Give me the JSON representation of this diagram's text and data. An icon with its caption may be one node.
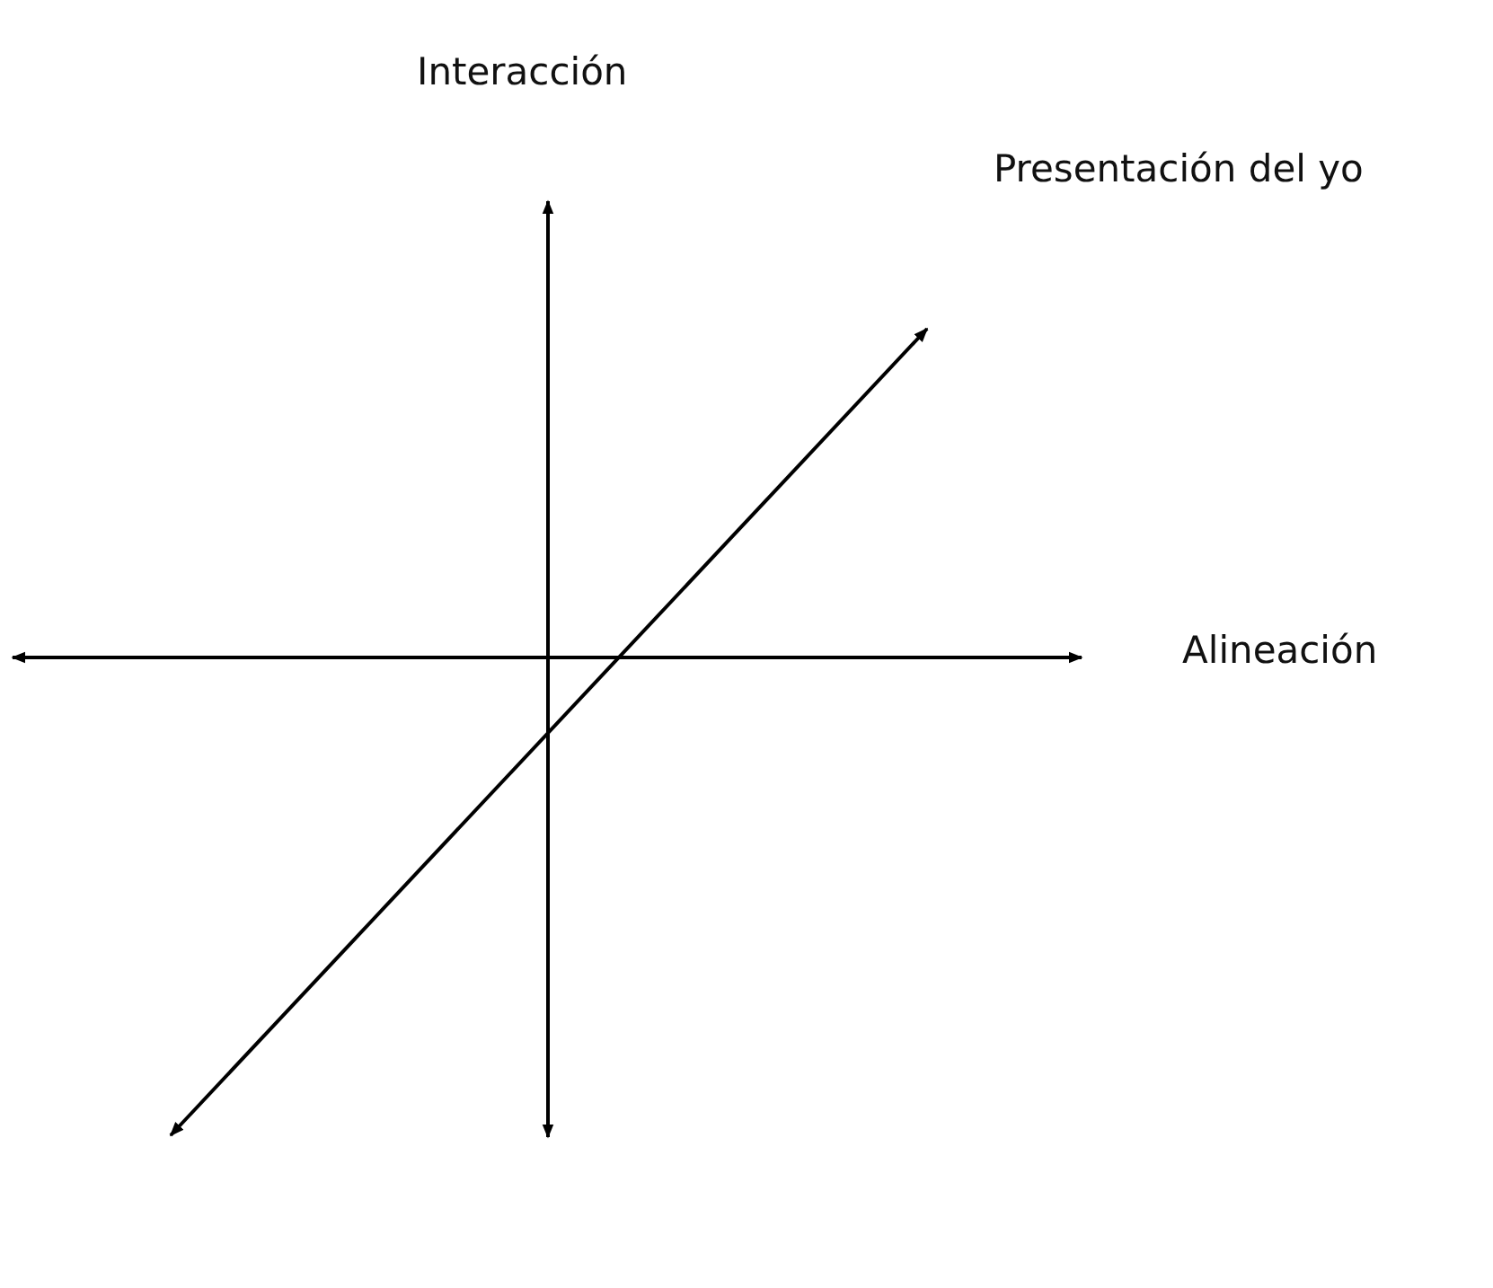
{
  "diagram": {
    "labels": [
      "Interacción",
      "Presentación del yo",
      "Alineación"
    ]
  }
}
